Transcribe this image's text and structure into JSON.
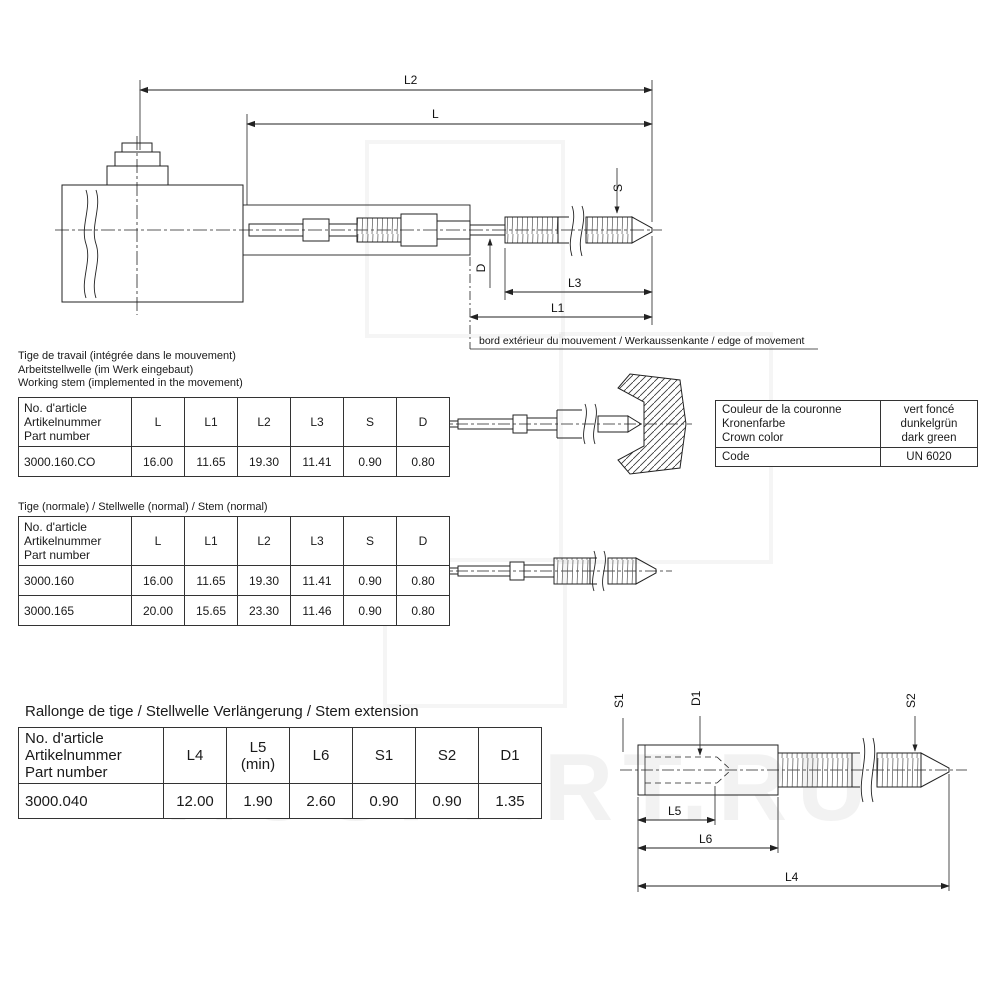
{
  "watermark": {
    "text": "RUSPART.RU"
  },
  "top_drawing": {
    "labels": {
      "L2": "L2",
      "L": "L",
      "S": "S",
      "D": "D",
      "L3": "L3",
      "L1": "L1"
    },
    "edge_note": "bord extérieur du mouvement / Werkaussenkante / edge of movement"
  },
  "working_stem": {
    "title": "Tige de travail (intégrée dans le mouvement)\nArbeitstellwelle (im Werk eingebaut)\nWorking stem (implemented in the movement)",
    "table": {
      "part_header": "No. d'article\nArtikelnummer\nPart number",
      "columns": [
        "L",
        "L1",
        "L2",
        "L3",
        "S",
        "D"
      ],
      "rows": [
        {
          "part": "3000.160.CO",
          "values": [
            "16.00",
            "11.65",
            "19.30",
            "11.41",
            "0.90",
            "0.80"
          ]
        }
      ]
    }
  },
  "crown_table": {
    "label": "Couleur de la couronne\nKronenfarbe\nCrown color",
    "value": "vert foncé\ndunkelgrün\ndark green",
    "code_label": "Code",
    "code_value": "UN 6020"
  },
  "normal_stem": {
    "title": "Tige (normale) / Stellwelle (normal) / Stem (normal)",
    "table": {
      "part_header": "No. d'article\nArtikelnummer\nPart number",
      "columns": [
        "L",
        "L1",
        "L2",
        "L3",
        "S",
        "D"
      ],
      "rows": [
        {
          "part": "3000.160",
          "values": [
            "16.00",
            "11.65",
            "19.30",
            "11.41",
            "0.90",
            "0.80"
          ]
        },
        {
          "part": "3000.165",
          "values": [
            "20.00",
            "15.65",
            "23.30",
            "11.46",
            "0.90",
            "0.80"
          ]
        }
      ]
    }
  },
  "extension": {
    "title": "Rallonge de tige / Stellwelle Verlängerung / Stem extension",
    "table": {
      "part_header": "No. d'article\nArtikelnummer\nPart number",
      "columns": [
        "L4",
        "L5\n(min)",
        "L6",
        "S1",
        "S2",
        "D1"
      ],
      "rows": [
        {
          "part": "3000.040",
          "values": [
            "12.00",
            "1.90",
            "2.60",
            "0.90",
            "0.90",
            "1.35"
          ]
        }
      ]
    },
    "labels": {
      "S1": "S1",
      "D1": "D1",
      "S2": "S2",
      "L5": "L5",
      "L6": "L6",
      "L4": "L4"
    }
  }
}
